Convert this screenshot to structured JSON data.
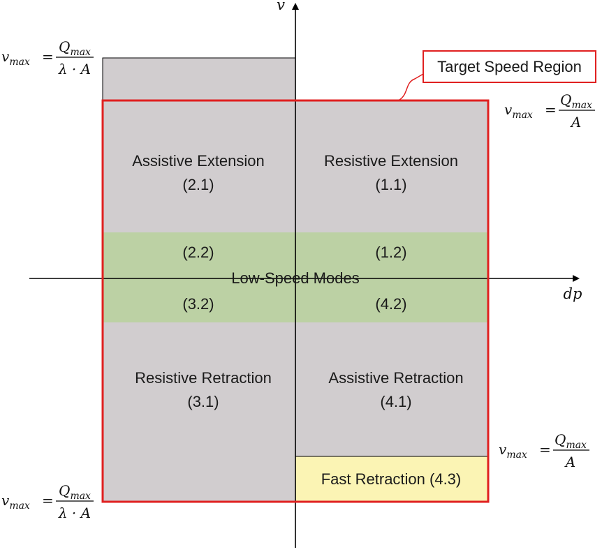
{
  "axes": {
    "x_label": "dp",
    "y_label": "v"
  },
  "regions": {
    "assistive_extension": {
      "title": "Assistive Extension",
      "code": "(2.1)"
    },
    "resistive_extension": {
      "title": "Resistive Extension",
      "code": "(1.1)"
    },
    "resistive_retraction": {
      "title": "Resistive Retraction",
      "code": "(3.1)"
    },
    "assistive_retraction": {
      "title": "Assistive Retraction",
      "code": "(4.1)"
    },
    "fast_retraction": {
      "title": "Fast Retraction (4.3)"
    },
    "low_speed": {
      "title": "Low-Speed Modes",
      "codes": {
        "q2": "(2.2)",
        "q1": "(1.2)",
        "q3": "(3.2)",
        "q4": "(4.2)"
      }
    }
  },
  "target_region": {
    "label": "Target Speed Region"
  },
  "formulas": {
    "lhs": "v",
    "lhs_sub": "max",
    "equals": "=",
    "numerator": "Q",
    "numerator_sub": "max",
    "denominator_lambda": "λ · A",
    "denominator_a": "A"
  },
  "colors": {
    "gray_region": "#d1cdcf",
    "green_band": "#bcd1a4",
    "yellow_region": "#fbf4b4",
    "target_border": "#e02020",
    "axis": "#000000"
  }
}
